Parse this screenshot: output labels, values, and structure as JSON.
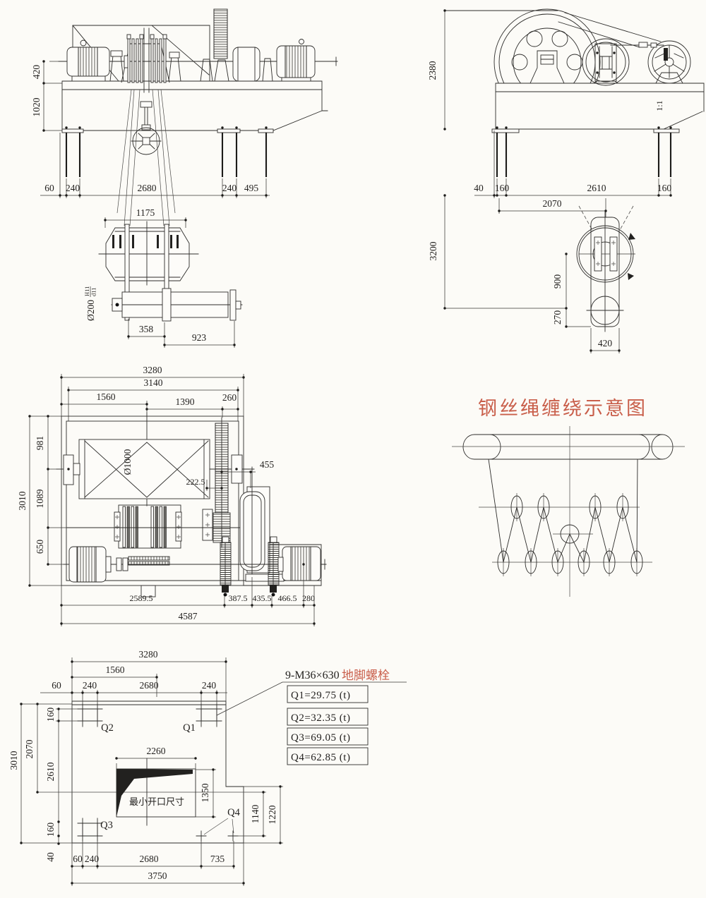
{
  "colors": {
    "red": "#c95f4b",
    "ink": "#2e2d2b",
    "paper": "#fcfbf7"
  },
  "front": {
    "d420": "420",
    "d1020": "1020",
    "d60": "60",
    "d240a": "240",
    "d2680": "2680",
    "d240b": "240",
    "d495": "495",
    "d1175": "1175",
    "dia200": "Ø200",
    "fit_upper": "H11",
    "fit_lower": "d11",
    "d358": "358",
    "d923": "923"
  },
  "side": {
    "d2380": "2380",
    "slope": "1:1",
    "d40": "40",
    "d160a": "160",
    "d2610": "2610",
    "d160b": "160",
    "d2070": "2070",
    "d3200": "3200",
    "d900": "900",
    "d270": "270",
    "d420": "420"
  },
  "plan": {
    "d3280": "3280",
    "d3140": "3140",
    "d1560": "1560",
    "d1390": "1390",
    "d260": "260",
    "d981": "981",
    "d1089": "1089",
    "d650": "650",
    "d3010": "3010",
    "dia1000": "Ø1000",
    "d2225": "222.5",
    "d455": "455",
    "d25895": "2589.5",
    "d3875": "387.5",
    "d4355": "435.5",
    "d4665": "466.5",
    "d280": "280",
    "d4587": "4587"
  },
  "rope": {
    "title": "钢丝绳缠绕示意图"
  },
  "foundation": {
    "d3280": "3280",
    "d1560": "1560",
    "d60a": "60",
    "d240a": "240",
    "d2680a": "2680",
    "d240b": "240",
    "d160a": "160",
    "d2070": "2070",
    "d2610": "2610",
    "d3010": "3010",
    "q1": "Q1",
    "q2": "Q2",
    "q3": "Q3",
    "q4": "Q4",
    "d2260": "2260",
    "d1350": "1350",
    "min_open": "最小开口尺寸",
    "d160b": "160",
    "d40": "40",
    "d60b": "60",
    "d240c": "240",
    "d2680b": "2680",
    "d735": "735",
    "d3750": "3750",
    "d1140": "1140",
    "d1220": "1220"
  },
  "bolt_table": {
    "spec": "9-M36×630",
    "label": "地脚螺栓",
    "rows": [
      "Q1=29.75 (t)",
      "Q2=32.35 (t)",
      "Q3=69.05 (t)",
      "Q4=62.85 (t)"
    ]
  }
}
